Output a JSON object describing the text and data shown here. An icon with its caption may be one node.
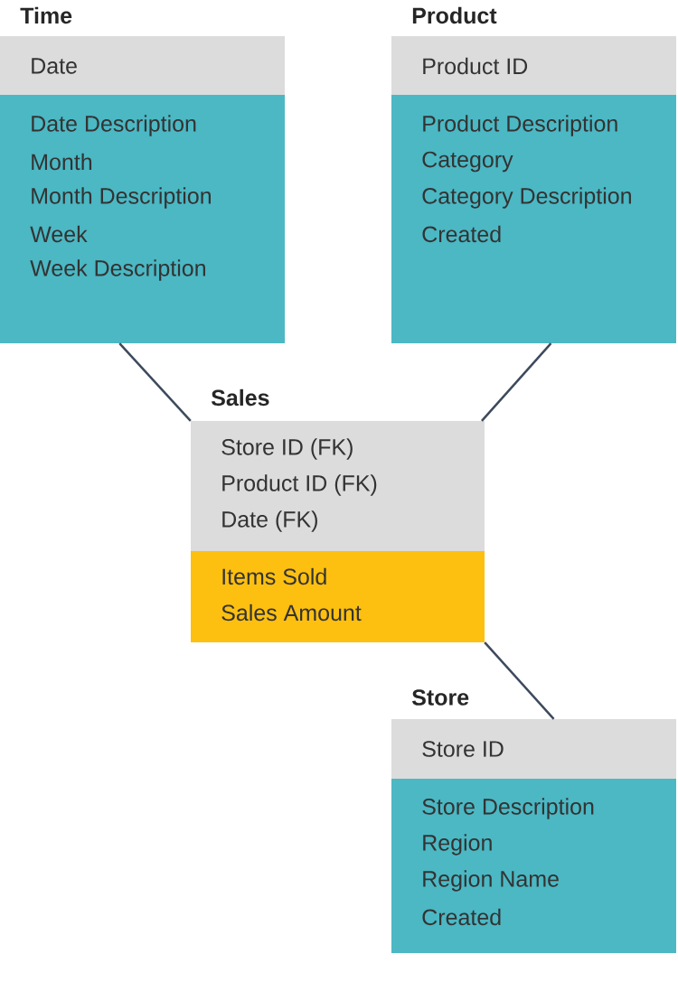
{
  "diagram": {
    "nodes": [
      {
        "text": [
          "Time",
          "Date",
          "Date Description",
          "Month",
          "Month Description",
          "Week",
          "Week Description"
        ]
      },
      {
        "text": [
          "Product",
          "Product ID",
          "Product Description",
          "Category",
          "Category Description",
          "Created"
        ]
      },
      {
        "text": [
          "Sales",
          "Store ID (FK)",
          "Product ID (FK)",
          "Date (FK)",
          "Items Sold",
          "Sales Amount"
        ]
      },
      {
        "text": [
          "Store",
          "Store ID",
          "Store Description",
          "Region",
          "Region Name",
          "Created"
        ]
      }
    ],
    "edges": [
      {
        "from": 0,
        "to": 2,
        "arrow": "none"
      },
      {
        "from": 1,
        "to": 2,
        "arrow": "none"
      },
      {
        "from": 2,
        "to": 3,
        "arrow": "none"
      }
    ]
  }
}
